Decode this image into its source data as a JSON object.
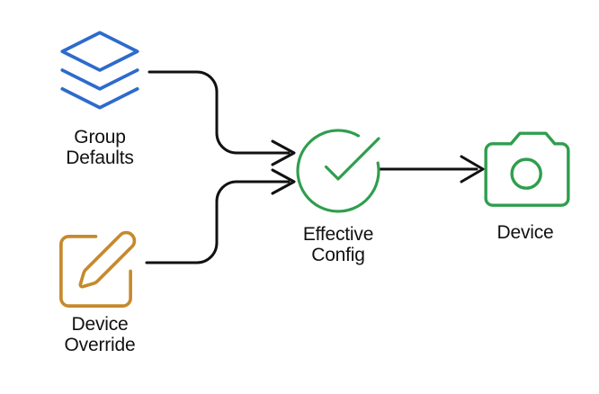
{
  "colors": {
    "blue": "#2d6bcc",
    "gold": "#c7892d",
    "green": "#2f9e4d",
    "line": "#111111",
    "text": "#111111"
  },
  "nodes": {
    "group_defaults": {
      "label": "Group\nDefaults",
      "icon": "layers-icon"
    },
    "device_override": {
      "label": "Device\nOverride",
      "icon": "pencil-square-icon"
    },
    "effective_config": {
      "label": "Effective\nConfig",
      "icon": "check-circle-icon"
    },
    "device": {
      "label": "Device",
      "icon": "camera-icon"
    }
  },
  "edges": [
    {
      "from": "group_defaults",
      "to": "effective_config"
    },
    {
      "from": "device_override",
      "to": "effective_config"
    },
    {
      "from": "effective_config",
      "to": "device"
    }
  ]
}
